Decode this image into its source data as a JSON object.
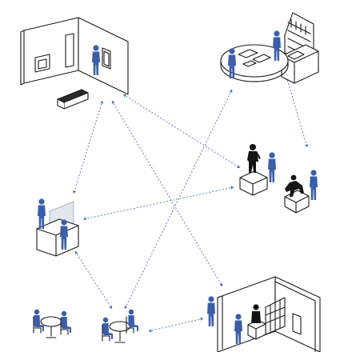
{
  "colors": {
    "person": "#3b5ea8",
    "flow": "#4a6fbf",
    "statue": "#141414",
    "outline": "#1a1a1a",
    "background": "#ffffff"
  },
  "scenes": [
    {
      "id": "gallery-room-top-left"
    },
    {
      "id": "reception-table-top-right"
    },
    {
      "id": "sculpture-pedestals-right"
    },
    {
      "id": "info-counter-left"
    },
    {
      "id": "cafe-tables-bottom"
    },
    {
      "id": "display-room-bottom-right"
    }
  ],
  "connections": [
    {
      "from": "gallery-room-top-left",
      "to": "info-counter-left"
    },
    {
      "from": "gallery-room-top-left",
      "to": "sculpture-pedestals-right"
    },
    {
      "from": "gallery-room-top-left",
      "to": "display-room-bottom-right"
    },
    {
      "from": "reception-table-top-right",
      "to": "sculpture-pedestals-right"
    },
    {
      "from": "reception-table-top-right",
      "to": "cafe-tables-bottom"
    },
    {
      "from": "sculpture-pedestals-right",
      "to": "info-counter-left"
    },
    {
      "from": "info-counter-left",
      "to": "cafe-tables-bottom"
    },
    {
      "from": "cafe-tables-bottom",
      "to": "display-room-bottom-right"
    }
  ]
}
